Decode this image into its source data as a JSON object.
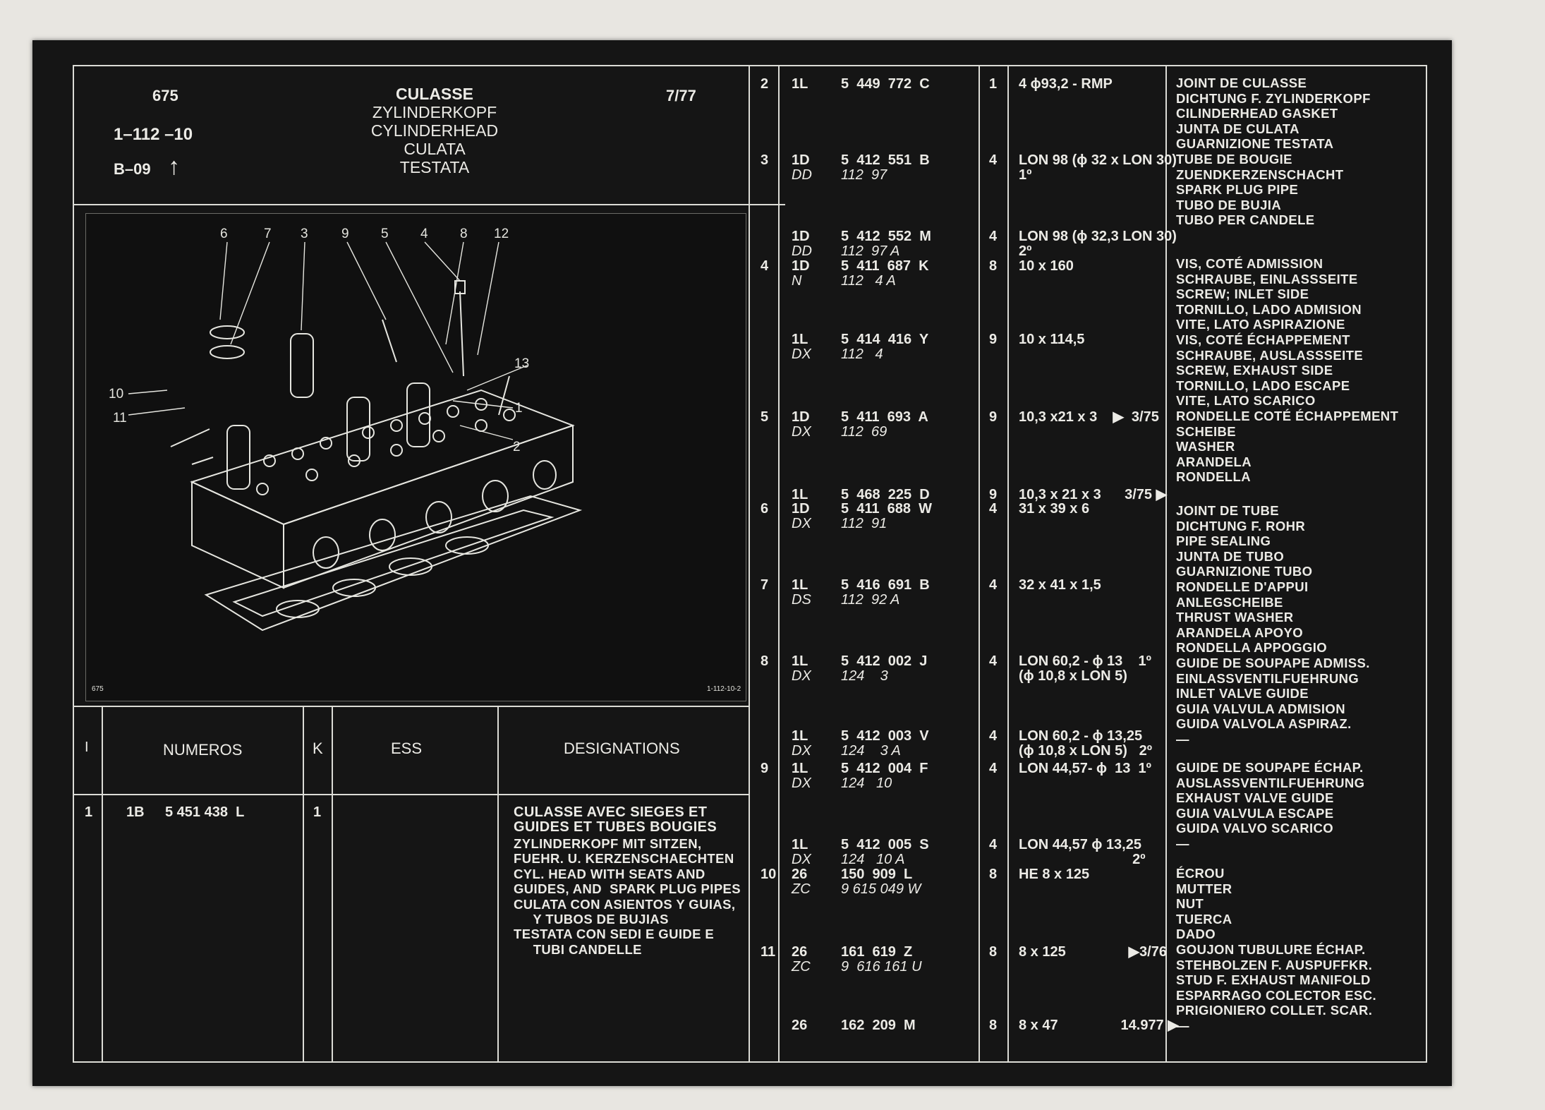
{
  "header": {
    "code": "675",
    "ref": "1–112 –10",
    "sheet": "B–09",
    "date": "7/77",
    "titles": [
      "CULASSE",
      "ZYLINDERKOPF",
      "CYLINDERHEAD",
      "CULATA",
      "TESTATA"
    ]
  },
  "illustration": {
    "callouts": [
      "6",
      "7",
      "3",
      "9",
      "5",
      "4",
      "8",
      "12",
      "13",
      "10",
      "11",
      "1",
      "2"
    ],
    "corner_left": "675",
    "corner_right": "1-112-10-2"
  },
  "table_headers": {
    "i": "I",
    "numeros": "NUMEROS",
    "k": "K",
    "ess": "ESS",
    "designations": "DESIGNATIONS"
  },
  "main_row": {
    "i": "1",
    "code": "1B",
    "number": "5 451 438  L",
    "k": "1",
    "designation_title": "CULASSE AVEC SIEGES ET\nGUIDES ET TUBES BOUGIES",
    "designation_lines": "ZYLINDERKOPF MIT SITZEN,\nFUEHR. U. KERZENSCHAECHTEN\nCYL. HEAD WITH SEATS AND\nGUIDES, AND  SPARK PLUG PIPES\nCULATA CON ASIENTOS Y GUIAS,\n     Y TUBOS DE BUJIAS\nTESTATA CON SEDI E GUIDE E\n     TUBI CANDELLE"
  },
  "parts": [
    {
      "i": "2",
      "lines": [
        [
          "1L",
          "5  449  772  C"
        ]
      ],
      "qty": "1",
      "spec": "4 ϕ93,2 - RMP"
    },
    {
      "i": "3",
      "lines": [
        [
          "1D",
          "5  412  551  B"
        ],
        [
          "DD",
          "112  97"
        ]
      ],
      "qty": "4",
      "spec": "LON 98 (ϕ 32 x LON 30)\n1º"
    },
    {
      "i": "",
      "lines": [
        [
          "1D",
          "5  412  552  M"
        ],
        [
          "DD",
          "112  97 A"
        ]
      ],
      "qty": "4",
      "spec": "LON 98 (ϕ 32,3 LON 30)\n2º"
    },
    {
      "i": "4",
      "lines": [
        [
          "1D",
          "5  411  687  K"
        ],
        [
          "N",
          "112   4 A"
        ]
      ],
      "qty": "8",
      "spec": "10 x 160"
    },
    {
      "i": "",
      "lines": [
        [
          "1L",
          "5  414  416  Y"
        ],
        [
          "DX",
          "112   4"
        ]
      ],
      "qty": "9",
      "spec": "10 x 114,5"
    },
    {
      "i": "5",
      "lines": [
        [
          "1D",
          "5  411  693  A"
        ],
        [
          "DX",
          "112  69"
        ]
      ],
      "qty": "9",
      "spec": "10,3 x21 x 3    ▶  3/75"
    },
    {
      "i": "",
      "lines": [
        [
          "1L",
          "5  468  225  D"
        ]
      ],
      "qty": "9",
      "spec": "10,3 x 21 x 3      3/75 ▶"
    },
    {
      "i": "6",
      "lines": [
        [
          "1D",
          "5  411  688  W"
        ],
        [
          "DX",
          "112  91"
        ]
      ],
      "qty": "4",
      "spec": "31 x 39 x 6"
    },
    {
      "i": "7",
      "lines": [
        [
          "1L",
          "5  416  691  B"
        ],
        [
          "DS",
          "112  92 A"
        ]
      ],
      "qty": "4",
      "spec": "32 x 41 x 1,5"
    },
    {
      "i": "8",
      "lines": [
        [
          "1L",
          "5  412  002  J"
        ],
        [
          "DX",
          "124    3"
        ]
      ],
      "qty": "4",
      "spec": "LON 60,2 - ϕ 13    1º\n(ϕ 10,8 x LON 5)"
    },
    {
      "i": "",
      "lines": [
        [
          "1L",
          "5  412  003  V"
        ],
        [
          "DX",
          "124    3 A"
        ]
      ],
      "qty": "4",
      "spec": "LON 60,2 - ϕ 13,25\n(ϕ 10,8 x LON 5)   2º"
    },
    {
      "i": "9",
      "lines": [
        [
          "1L",
          "5  412  004  F"
        ],
        [
          "DX",
          "124   10"
        ]
      ],
      "qty": "4",
      "spec": "LON 44,57- ϕ  13  1º"
    },
    {
      "i": "",
      "lines": [
        [
          "1L",
          "5  412  005  S"
        ],
        [
          "DX",
          "124   10 A"
        ]
      ],
      "qty": "4",
      "spec": "LON 44,57 ϕ 13,25\n                             2º"
    },
    {
      "i": "10",
      "lines": [
        [
          "26",
          "150  909  L"
        ],
        [
          "ZC",
          "9 615 049 W"
        ]
      ],
      "qty": "8",
      "spec": "HE 8 x 125"
    },
    {
      "i": "11",
      "lines": [
        [
          "26",
          "161  619  Z"
        ],
        [
          "ZC",
          "9  616 161 U"
        ]
      ],
      "qty": "8",
      "spec": "8 x 125                ▶3/76"
    },
    {
      "i": "",
      "lines": [
        [
          "26",
          "162  209  M"
        ]
      ],
      "qty": "8",
      "spec": "8 x 47                14.977 ▶"
    }
  ],
  "designations": [
    {
      "title": "JOINT DE CULASSE",
      "lines": "DICHTUNG F. ZYLINDERKOPF\nCILINDERHEAD GASKET\nJUNTA DE CULATA\nGUARNIZIONE TESTATA"
    },
    {
      "title": "TUBE DE BOUGIE",
      "lines": "ZUENDKERZENSCHACHT\nSPARK PLUG PIPE\nTUBO DE BUJIA\nTUBO PER CANDELE"
    },
    {
      "title": "VIS, COTÉ ADMISSION",
      "lines": "SCHRAUBE, EINLASSSEITE\nSCREW; INLET SIDE\nTORNILLO, LADO ADMISION\nVITE, LATO ASPIRAZIONE"
    },
    {
      "title": "VIS, COTÉ ÉCHAPPEMENT",
      "lines": "SCHRAUBE, AUSLASSSEITE\nSCREW, EXHAUST SIDE\nTORNILLO, LADO ESCAPE\nVITE, LATO SCARICO"
    },
    {
      "title": "RONDELLE COTÉ ÉCHAPPEMENT",
      "lines": "SCHEIBE\nWASHER\nARANDELA\nRONDELLA"
    },
    {
      "title": "JOINT DE TUBE",
      "lines": "DICHTUNG F. ROHR\nPIPE SEALING\nJUNTA DE TUBO\nGUARNIZIONE TUBO"
    },
    {
      "title": "RONDELLE D'APPUI",
      "lines": "ANLEGSCHEIBE\nTHRUST WASHER\nARANDELA APOYO\nRONDELLA APPOGGIO"
    },
    {
      "title": "GUIDE DE SOUPAPE ADMISS.",
      "lines": "EINLASSVENTILFUEHRUNG\nINLET VALVE GUIDE\nGUIA VALVULA ADMISION\nGUIDA VALVOLA ASPIRAZ.\n—"
    },
    {
      "title": "GUIDE DE SOUPAPE ÉCHAP.",
      "lines": "AUSLASSVENTILFUEHRUNG\nEXHAUST VALVE GUIDE\nGUIA VALVULA ESCAPE\nGUIDA VALVO SCARICO\n—"
    },
    {
      "title": "ÉCROU",
      "lines": "MUTTER\nNUT\nTUERCA\nDADO"
    },
    {
      "title": "GOUJON TUBULURE ÉCHAP.",
      "lines": "STEHBOLZEN F. AUSPUFFKR.\nSTUD F. EXHAUST MANIFOLD\nESPARRAGO COLECTOR ESC.\nPRIGIONIERO COLLET. SCAR.\n—"
    }
  ]
}
